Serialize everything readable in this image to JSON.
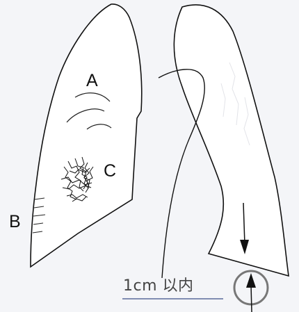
{
  "labels": {
    "a": "A",
    "b": "B",
    "c": "C"
  },
  "caption": "1cm 以内",
  "colors": {
    "background": "#f4f5f8",
    "outline": "#111111",
    "caption_text": "#444444",
    "underline": "#5a6a9a",
    "circle": "#777777"
  }
}
